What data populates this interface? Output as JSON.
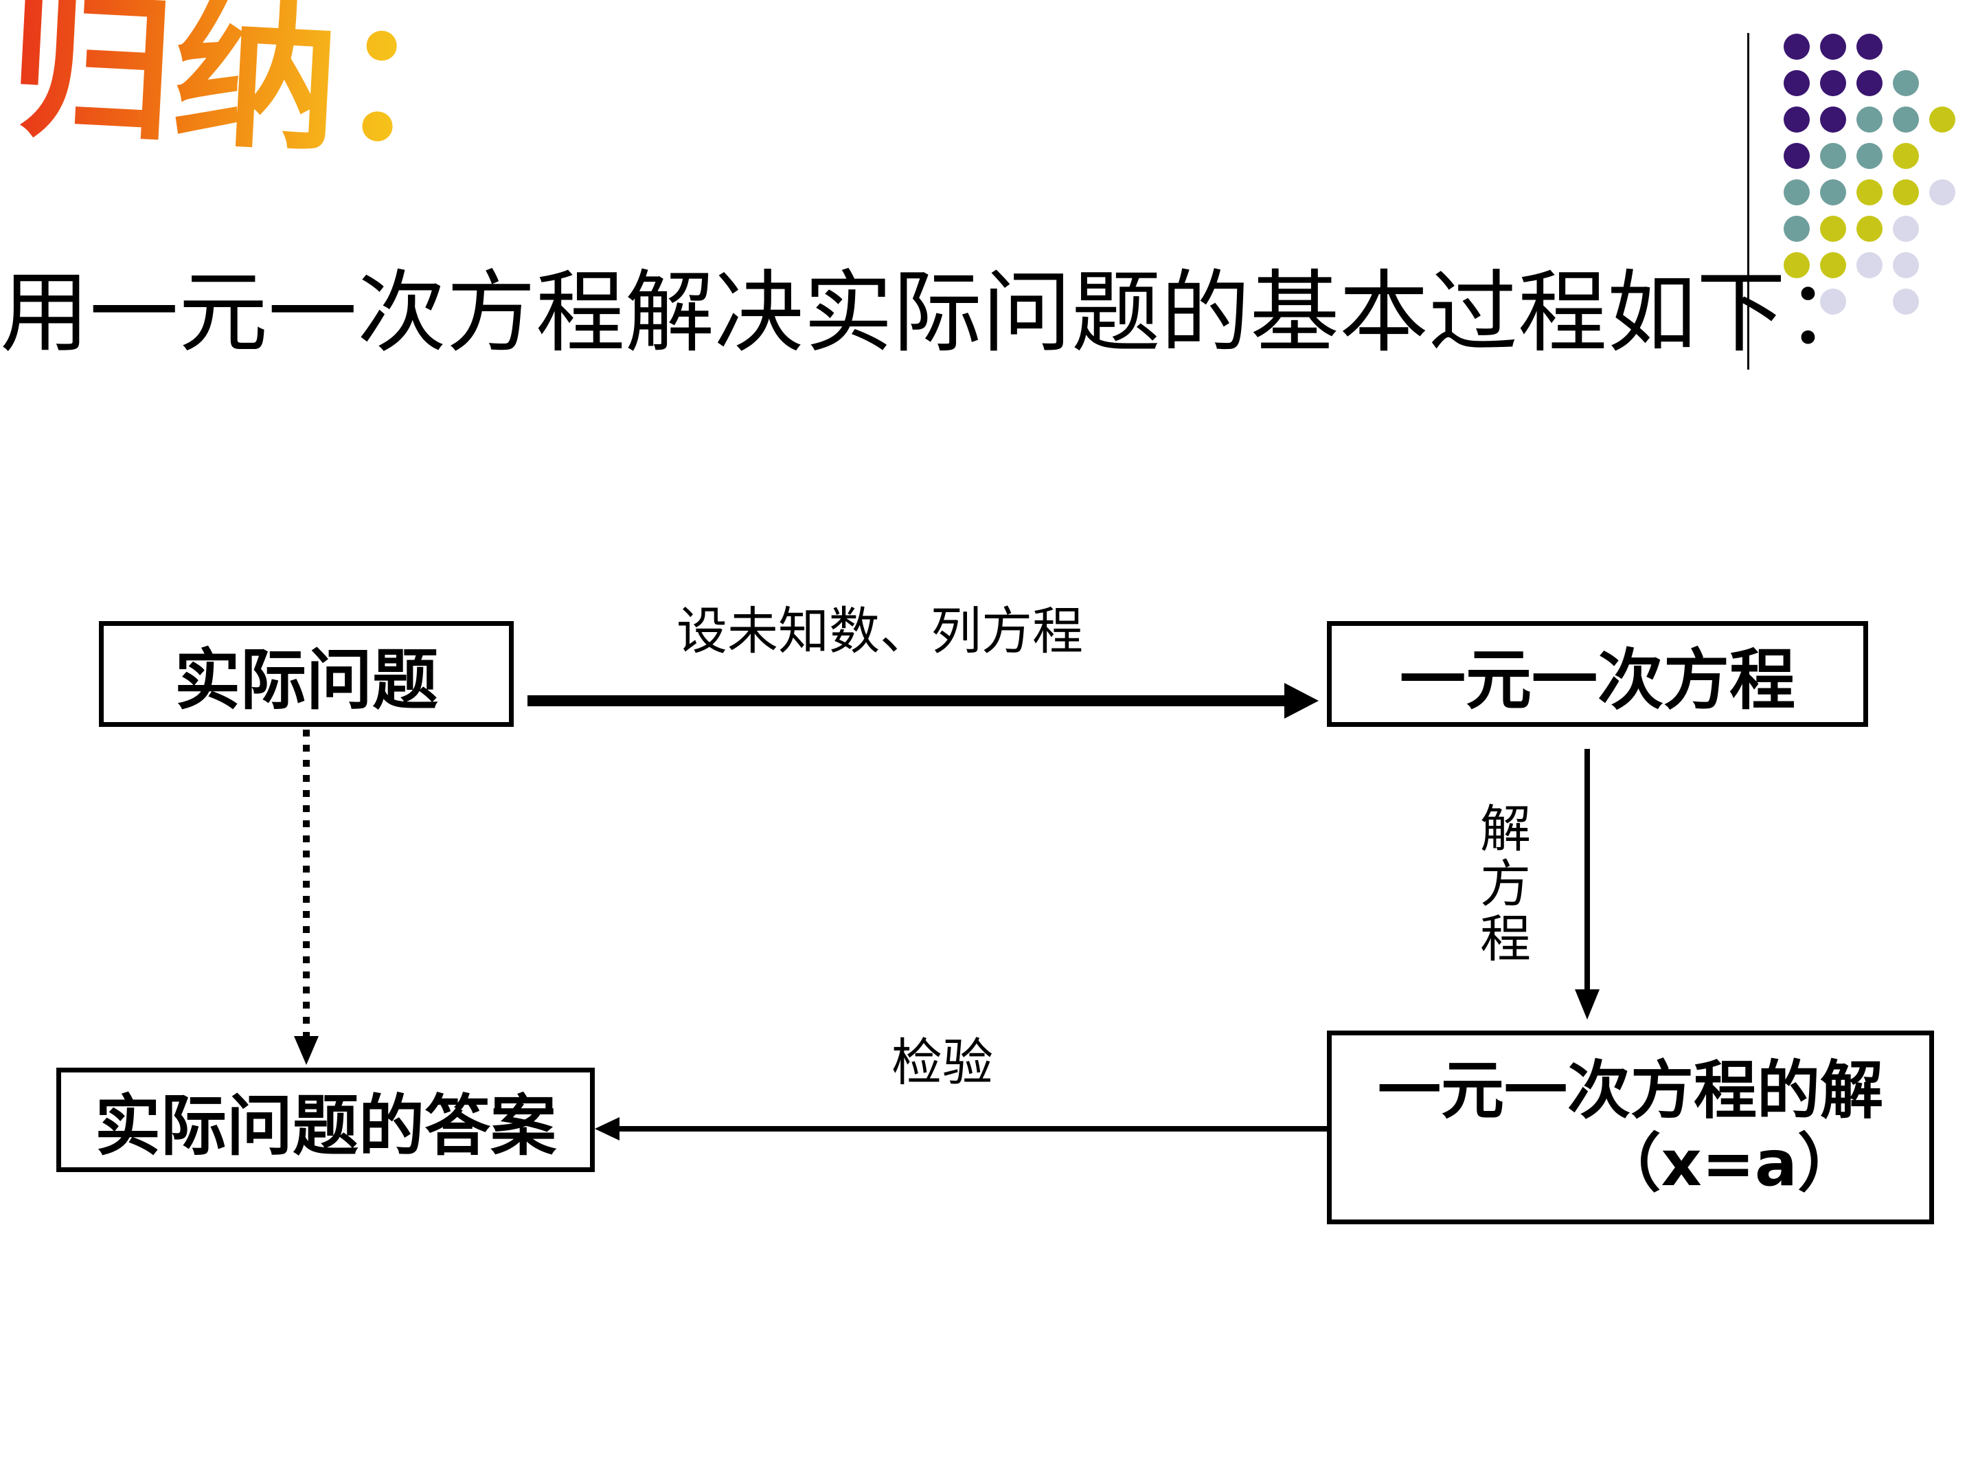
{
  "heading": "归纳：",
  "subtitle": "用一元一次方程解决实际问题的基本过程如下：",
  "boxes": {
    "actual_problem": "实际问题",
    "linear_equation": "一元一次方程",
    "equation_solution": "一元一次方程的解",
    "solution_value": "（x=a）",
    "problem_answer": "实际问题的答案"
  },
  "arrows": {
    "setup": "设未知数、列方程",
    "solve": "解方程",
    "check": "检验"
  },
  "colors": {
    "dot_purple": "#3a1670",
    "dot_teal": "#6f9f9c",
    "dot_olive": "#c7c618",
    "dot_lavender": "#d8d8ea",
    "heading_start": "#e8341a",
    "heading_end": "#f7dc1c"
  }
}
